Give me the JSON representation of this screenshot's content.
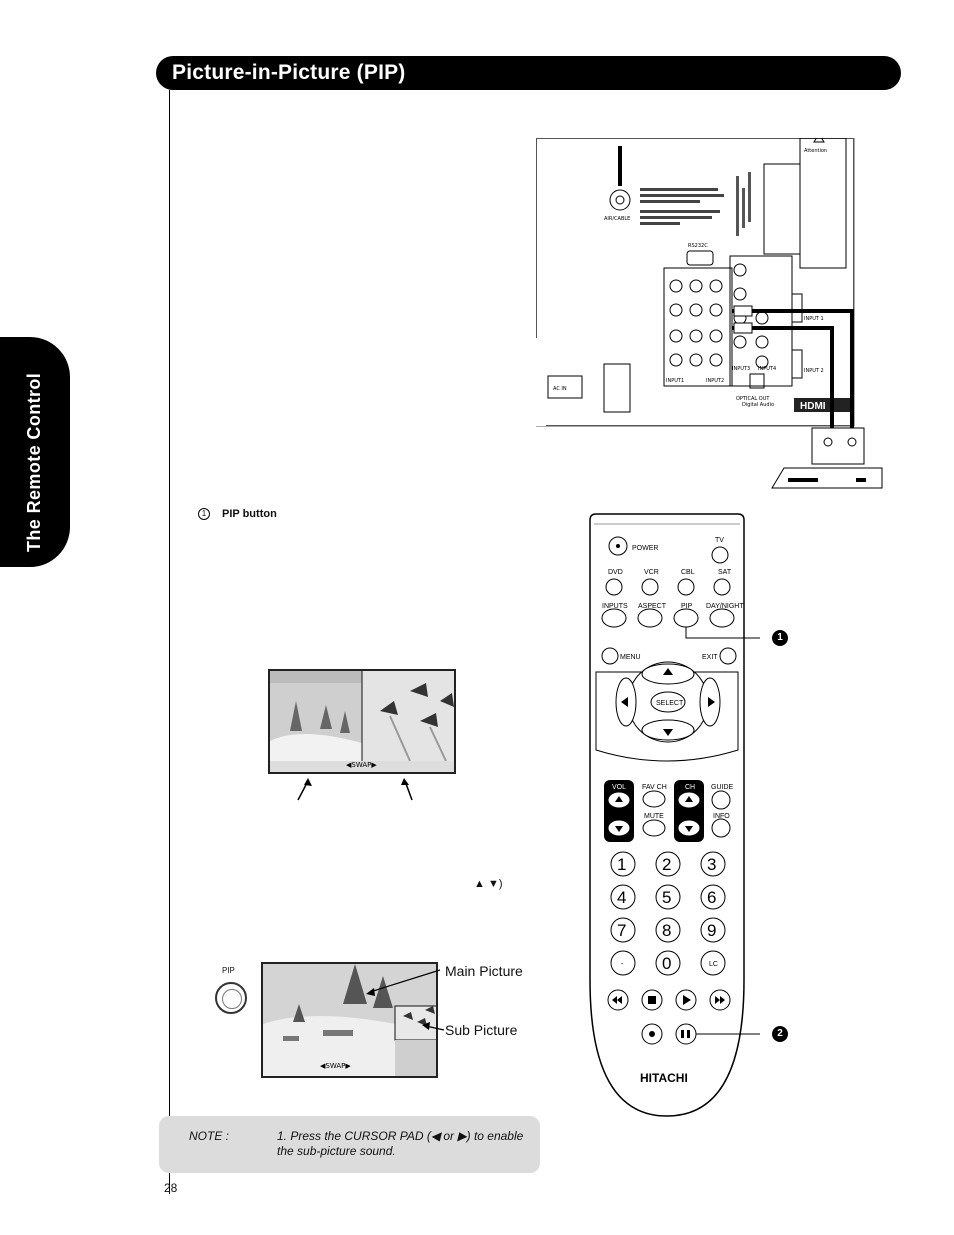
{
  "header": {
    "title": "Picture-in-Picture (PIP)"
  },
  "side_tab": {
    "label": "The Remote Control"
  },
  "connection_panel": {
    "air_cable": "AIR/CABLE",
    "rs232c": "RS232C",
    "ac_in": "AC IN",
    "optical_out": "OPTICAL OUT",
    "digital_audio": "Digital Audio",
    "hdmi_input_1": "INPUT 1",
    "hdmi_input_2": "INPUT 2",
    "input3": "INPUT3",
    "input4": "INPUT4",
    "input1": "INPUT1",
    "input2": "INPUT2",
    "attention": "Attention",
    "hdmi_logo": "HDMI"
  },
  "step1": {
    "number": "1",
    "label": "PIP button"
  },
  "screen_split": {
    "swap": "◀SWAP▶"
  },
  "arrow_keys": {
    "text": "▲   ▼)"
  },
  "screen_pip": {
    "swap": "◀SWAP▶",
    "pip_label": "PIP"
  },
  "labels": {
    "main_picture": "Main Picture",
    "sub_picture": "Sub Picture"
  },
  "remote": {
    "power": "POWER",
    "tv": "TV",
    "dvd": "DVD",
    "vcr": "VCR",
    "cbl": "CBL",
    "sat": "SAT",
    "inputs": "INPUTS",
    "aspect": "ASPECT",
    "pip": "PIP",
    "day_night": "DAY/NIGHT",
    "menu": "MENU",
    "exit": "EXIT",
    "select": "SELECT",
    "vol": "VOL",
    "fav_ch": "FAV CH",
    "ch": "CH",
    "guide": "GUIDE",
    "mute": "MUTE",
    "info": "INFO",
    "digits": [
      "1",
      "2",
      "3",
      "4",
      "5",
      "6",
      "7",
      "8",
      "9"
    ],
    "dash": "-",
    "zero": "0",
    "lc": "LC",
    "brand": "HITACHI"
  },
  "callouts": {
    "one": "1",
    "two": "2"
  },
  "note": {
    "label": "NOTE :",
    "text": "1.   Press the CURSOR PAD (◀  or ▶) to enable the sub-picture sound."
  },
  "page": {
    "number": "28"
  }
}
